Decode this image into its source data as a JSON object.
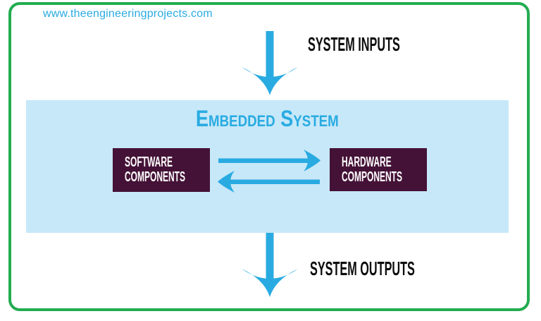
{
  "page": {
    "watermark": "www.theengineeringprojects.com"
  },
  "diagram": {
    "title": "Embedded System",
    "input_label": "SYSTEM INPUTS",
    "output_label": "SYSTEM OUTPUTS",
    "boxes": [
      {
        "name": "software-components",
        "lines": [
          "SOFTWARE",
          "COMPONENTS"
        ]
      },
      {
        "name": "hardware-components",
        "lines": [
          "HARDWARE",
          "COMPONENTS"
        ]
      }
    ],
    "icons": [
      "arrow-down-icon",
      "arrow-right-icon",
      "arrow-left-icon"
    ],
    "colors": {
      "border_green": "#23AC50",
      "accent_blue": "#29ABE2",
      "panel_blue": "#C7E8F8",
      "box_maroon": "#451237",
      "label_black": "#0D0D0D"
    }
  }
}
